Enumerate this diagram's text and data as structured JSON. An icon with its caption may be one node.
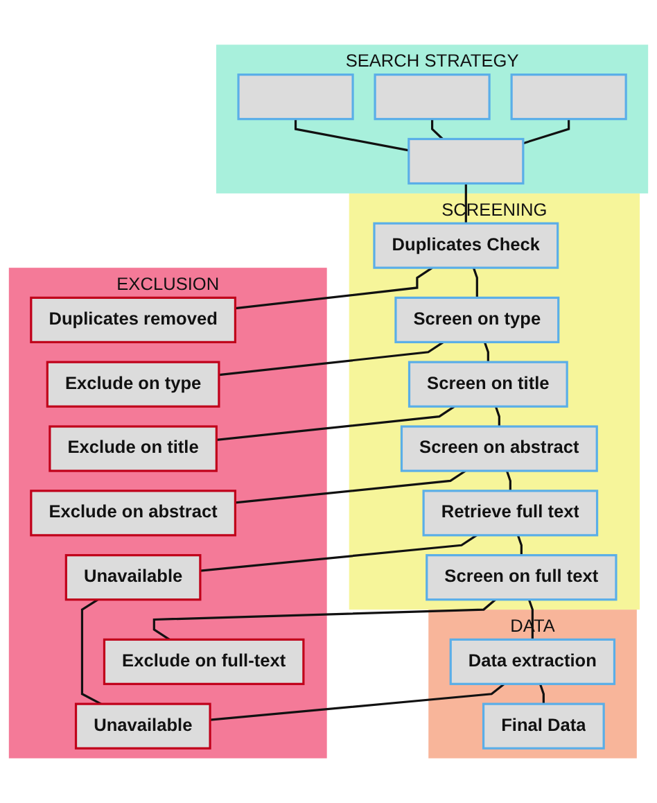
{
  "diagram": {
    "nodes": [
      {
        "text": [
          "SEARCH STRATEGY"
        ]
      },
      {
        "text": [],
        "shape": "box",
        "in": 0
      },
      {
        "text": [],
        "shape": "box",
        "in": 0
      },
      {
        "text": [],
        "shape": "box",
        "in": 0
      },
      {
        "text": [],
        "shape": "box",
        "in": 0
      },
      {
        "text": [
          "SCREENING"
        ]
      },
      {
        "text": [
          "Duplicates Check"
        ],
        "in": 5
      },
      {
        "text": [
          "Screen on type"
        ],
        "in": 5
      },
      {
        "text": [
          "Screen on title"
        ],
        "in": 5
      },
      {
        "text": [
          "Screen on abstract"
        ],
        "in": 5
      },
      {
        "text": [
          "Retrieve full text"
        ],
        "in": 5
      },
      {
        "text": [
          "Screen on full text"
        ],
        "in": 5
      },
      {
        "text": [
          "EXCLUSION"
        ]
      },
      {
        "text": [
          "Duplicates removed"
        ],
        "in": 12
      },
      {
        "text": [
          "Exclude on type"
        ],
        "in": 12
      },
      {
        "text": [
          "Exclude on title"
        ],
        "in": 12
      },
      {
        "text": [
          "Exclude on abstract"
        ],
        "in": 12
      },
      {
        "text": [
          "Unavailable"
        ],
        "in": 12
      },
      {
        "text": [
          "Exclude on full-text"
        ],
        "in": 12
      },
      {
        "text": [
          "Unavailable"
        ],
        "in": 12
      },
      {
        "text": [
          "DATA"
        ]
      },
      {
        "text": [
          "Data extraction"
        ],
        "in": 20
      },
      {
        "text": [
          "Final Data"
        ],
        "in": 20
      }
    ],
    "edges": [
      {
        "from": 1,
        "to": 4,
        "arrow": "none"
      },
      {
        "from": 2,
        "to": 4,
        "arrow": "none"
      },
      {
        "from": 3,
        "to": 4,
        "arrow": "none"
      },
      {
        "from": 4,
        "to": 6,
        "arrow": "none"
      },
      {
        "from": 6,
        "to": 7,
        "arrow": "none"
      },
      {
        "from": 7,
        "to": 8,
        "arrow": "none"
      },
      {
        "from": 8,
        "to": 9,
        "arrow": "none"
      },
      {
        "from": 9,
        "to": 10,
        "arrow": "none"
      },
      {
        "from": 10,
        "to": 11,
        "arrow": "none"
      },
      {
        "from": 11,
        "to": 21,
        "arrow": "none"
      },
      {
        "from": 21,
        "to": 22,
        "arrow": "none"
      },
      {
        "from": 6,
        "to": 13,
        "arrow": "none"
      },
      {
        "from": 7,
        "to": 14,
        "arrow": "none"
      },
      {
        "from": 8,
        "to": 15,
        "arrow": "none"
      },
      {
        "from": 9,
        "to": 16,
        "arrow": "none"
      },
      {
        "from": 10,
        "to": 17,
        "arrow": "none"
      },
      {
        "from": 11,
        "to": 18,
        "arrow": "none"
      },
      {
        "from": 21,
        "to": 19,
        "arrow": "none"
      },
      {
        "from": 17,
        "to": 19,
        "arrow": "none"
      }
    ]
  }
}
